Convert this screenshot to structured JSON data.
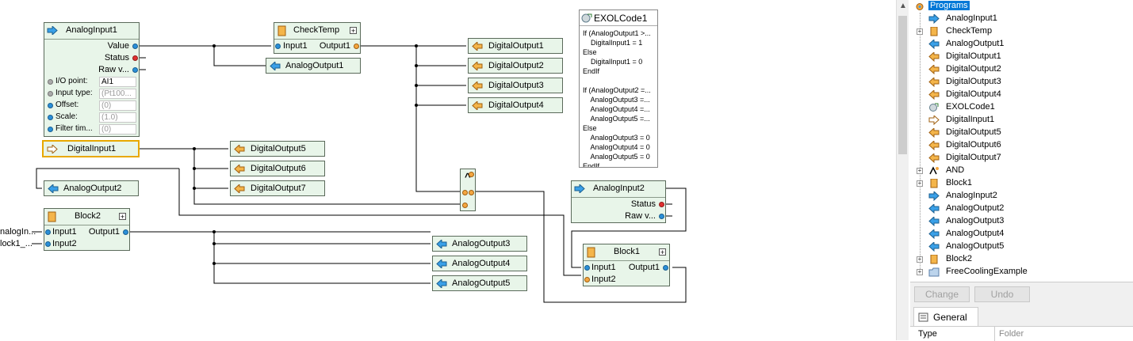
{
  "blocks": {
    "analog_input1": {
      "title": "AnalogInput1",
      "value": "Value",
      "status": "Status",
      "raw": "Raw v...",
      "io_point_label": "I/O point:",
      "io_point_value": "AI1",
      "input_type_label": "Input type:",
      "input_type_value": "(Pt100...",
      "offset_label": "Offset:",
      "offset_value": "(0)",
      "scale_label": "Scale:",
      "scale_value": "(1.0)",
      "filter_label": "Filter tim...",
      "filter_value": "(0)"
    },
    "check_temp": {
      "title": "CheckTemp",
      "input1": "Input1",
      "output1": "Output1"
    },
    "digital_input1": {
      "title": "DigitalInput1"
    },
    "analog_output1": {
      "title": "AnalogOutput1"
    },
    "analog_output2": {
      "title": "AnalogOutput2"
    },
    "analog_output3": {
      "title": "AnalogOutput3"
    },
    "analog_output4": {
      "title": "AnalogOutput4"
    },
    "analog_output5": {
      "title": "AnalogOutput5"
    },
    "digital_output1": {
      "title": "DigitalOutput1"
    },
    "digital_output2": {
      "title": "DigitalOutput2"
    },
    "digital_output3": {
      "title": "DigitalOutput3"
    },
    "digital_output4": {
      "title": "DigitalOutput4"
    },
    "digital_output5": {
      "title": "DigitalOutput5"
    },
    "digital_output6": {
      "title": "DigitalOutput6"
    },
    "digital_output7": {
      "title": "DigitalOutput7"
    },
    "block2": {
      "title": "Block2",
      "input1": "Input1",
      "input2": "Input2",
      "output1": "Output1",
      "ext_in1": "nalogIn...",
      "ext_in2": "lock1_..."
    },
    "analog_input2": {
      "title": "AnalogInput2",
      "status": "Status",
      "raw": "Raw v..."
    },
    "block1": {
      "title": "Block1",
      "input1": "Input1",
      "input2": "Input2",
      "output1": "Output1"
    },
    "and_gate": {
      "symbol": "^"
    }
  },
  "exol_code": {
    "title": "EXOLCode1",
    "lines": [
      "If (AnalogOutput1 >...",
      "    DigitalInput1 = 1",
      "Else",
      "    DigitalInput1 = 0",
      "EndIf",
      "",
      "If (AnalogOutput2 =...",
      "    AnalogOutput3 =...",
      "    AnalogOutput4 =...",
      "    AnalogOutput5 =...",
      "Else",
      "    AnalogOutput3 = 0",
      "    AnalogOutput4 = 0",
      "    AnalogOutput5 = 0",
      "EndIf"
    ]
  },
  "tree": {
    "root": "Programs",
    "items": [
      {
        "label": "AnalogInput1",
        "icon": "analog-input-icon",
        "expandable": false
      },
      {
        "label": "CheckTemp",
        "icon": "block-icon",
        "expandable": true
      },
      {
        "label": "AnalogOutput1",
        "icon": "analog-output-icon",
        "expandable": false
      },
      {
        "label": "DigitalOutput1",
        "icon": "digital-output-icon",
        "expandable": false
      },
      {
        "label": "DigitalOutput2",
        "icon": "digital-output-icon",
        "expandable": false
      },
      {
        "label": "DigitalOutput3",
        "icon": "digital-output-icon",
        "expandable": false
      },
      {
        "label": "DigitalOutput4",
        "icon": "digital-output-icon",
        "expandable": false
      },
      {
        "label": "EXOLCode1",
        "icon": "code-icon",
        "expandable": false
      },
      {
        "label": "DigitalInput1",
        "icon": "digital-input-icon",
        "expandable": false
      },
      {
        "label": "DigitalOutput5",
        "icon": "digital-output-icon",
        "expandable": false
      },
      {
        "label": "DigitalOutput6",
        "icon": "digital-output-icon",
        "expandable": false
      },
      {
        "label": "DigitalOutput7",
        "icon": "digital-output-icon",
        "expandable": false
      },
      {
        "label": "AND",
        "icon": "and-icon",
        "expandable": true
      },
      {
        "label": "Block1",
        "icon": "block-icon",
        "expandable": true
      },
      {
        "label": "AnalogInput2",
        "icon": "analog-input-icon",
        "expandable": false
      },
      {
        "label": "AnalogOutput2",
        "icon": "analog-output-icon",
        "expandable": false
      },
      {
        "label": "AnalogOutput3",
        "icon": "analog-output-icon",
        "expandable": false
      },
      {
        "label": "AnalogOutput4",
        "icon": "analog-output-icon",
        "expandable": false
      },
      {
        "label": "AnalogOutput5",
        "icon": "analog-output-icon",
        "expandable": false
      },
      {
        "label": "Block2",
        "icon": "block-icon",
        "expandable": true
      },
      {
        "label": "FreeCoolingExample",
        "icon": "folder-icon",
        "expandable": true
      }
    ]
  },
  "buttons": {
    "change": "Change",
    "undo": "Undo"
  },
  "tabs": {
    "general": "General"
  },
  "properties": {
    "type_label": "Type",
    "type_value": "Folder"
  },
  "colors": {
    "block_bg": "#e8f5e9",
    "selection_border": "#e8a800",
    "port_blue": "#2a8fd8",
    "port_red": "#e03030",
    "port_orange": "#f4a640",
    "tree_highlight": "#0078d7"
  }
}
